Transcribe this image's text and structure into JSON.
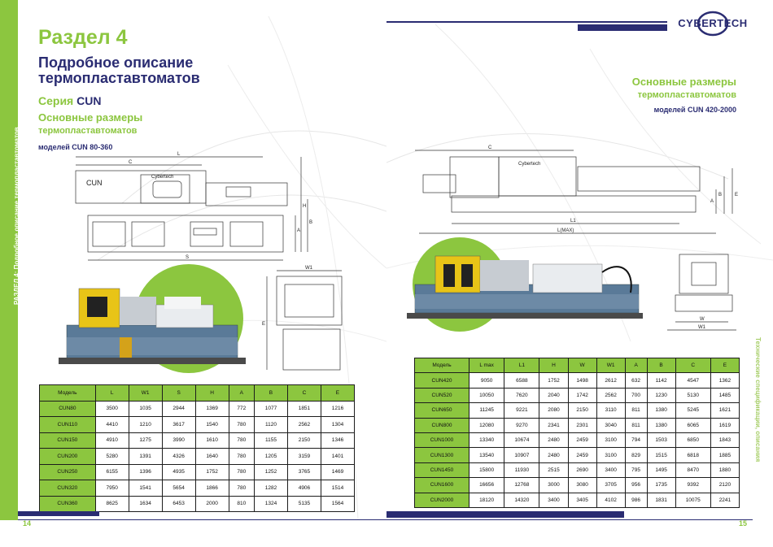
{
  "left_page": {
    "section": "Раздел 4",
    "title_line1": "Подробное описание",
    "title_line2": "термопластавтоматов",
    "series_prefix": "Серия",
    "series_name": "CUN",
    "dims_title": "Основные размеры",
    "dims_subtitle": "термопластавтоматов",
    "models_prefix": "моделей",
    "models_range": "CUN 80-360",
    "sidebar_text": "РАЗДЕЛ 4: Подробное описание термопластавтоматов",
    "page_number": "14",
    "drawing_labels": {
      "cun": "CUN",
      "cybertech": "Cybertech",
      "w1": "W1",
      "l": "L",
      "c": "C",
      "s": "S",
      "h": "H",
      "a": "A",
      "b": "B",
      "e": "E"
    },
    "table": {
      "headers": [
        "Модель",
        "L",
        "W1",
        "S",
        "H",
        "A",
        "B",
        "C",
        "E"
      ],
      "rows": [
        [
          "CUN80",
          "3500",
          "1035",
          "2944",
          "1369",
          "772",
          "1077",
          "1851",
          "1216"
        ],
        [
          "CUN110",
          "4410",
          "1210",
          "3617",
          "1540",
          "780",
          "1120",
          "2562",
          "1304"
        ],
        [
          "CUN150",
          "4910",
          "1275",
          "3990",
          "1610",
          "780",
          "1155",
          "2150",
          "1346"
        ],
        [
          "CUN200",
          "5280",
          "1391",
          "4326",
          "1640",
          "780",
          "1205",
          "3159",
          "1401"
        ],
        [
          "CUN250",
          "6155",
          "1396",
          "4935",
          "1752",
          "780",
          "1252",
          "3765",
          "1469"
        ],
        [
          "CUN320",
          "7950",
          "1541",
          "5654",
          "1866",
          "780",
          "1282",
          "4906",
          "1514"
        ],
        [
          "CUN360",
          "8625",
          "1634",
          "6453",
          "2000",
          "810",
          "1324",
          "5135",
          "1564"
        ]
      ]
    }
  },
  "right_page": {
    "logo": "CYBERTECH",
    "dims_title": "Основные размеры",
    "dims_subtitle": "термопластавтоматов",
    "models_prefix": "моделей",
    "models_range": "CUN 420-2000",
    "sidebar_text": "Технические спецификации, описания",
    "page_number": "15",
    "drawing_labels": {
      "c": "C",
      "cybertech": "Cybertech",
      "l1": "L1",
      "lmax": "L(MAX)",
      "a": "A",
      "b": "B",
      "e": "E",
      "w": "W",
      "w1": "W1"
    },
    "table": {
      "headers": [
        "Модель",
        "L max",
        "L1",
        "H",
        "W",
        "W1",
        "A",
        "B",
        "C",
        "E"
      ],
      "rows": [
        [
          "CUN420",
          "9050",
          "6588",
          "1752",
          "1498",
          "2612",
          "632",
          "1142",
          "4547",
          "1362"
        ],
        [
          "CUN520",
          "10050",
          "7620",
          "2040",
          "1742",
          "2562",
          "700",
          "1230",
          "5130",
          "1485"
        ],
        [
          "CUN650",
          "11245",
          "9221",
          "2080",
          "2150",
          "3110",
          "811",
          "1380",
          "5245",
          "1621"
        ],
        [
          "CUN800",
          "12080",
          "9270",
          "2341",
          "2301",
          "3040",
          "811",
          "1380",
          "6065",
          "1619"
        ],
        [
          "CUN1000",
          "13340",
          "10674",
          "2480",
          "2459",
          "3100",
          "794",
          "1503",
          "6850",
          "1843"
        ],
        [
          "CUN1300",
          "13540",
          "10907",
          "2480",
          "2459",
          "3100",
          "829",
          "1515",
          "6818",
          "1885"
        ],
        [
          "CUN1450",
          "15800",
          "11930",
          "2515",
          "2690",
          "3400",
          "795",
          "1495",
          "8470",
          "1880"
        ],
        [
          "CUN1600",
          "16656",
          "12768",
          "3000",
          "3080",
          "3705",
          "956",
          "1735",
          "9392",
          "2120"
        ],
        [
          "CUN2000",
          "18120",
          "14320",
          "3400",
          "3405",
          "4102",
          "986",
          "1831",
          "10075",
          "2241"
        ]
      ]
    }
  },
  "colors": {
    "green": "#8cc63f",
    "navy": "#2a2c72",
    "machine_yellow": "#e8c417",
    "machine_blue": "#5a7a98"
  },
  "icons": [
    "cybertech-logo-icon",
    "machine-photo-icon",
    "technical-drawing-icon"
  ]
}
